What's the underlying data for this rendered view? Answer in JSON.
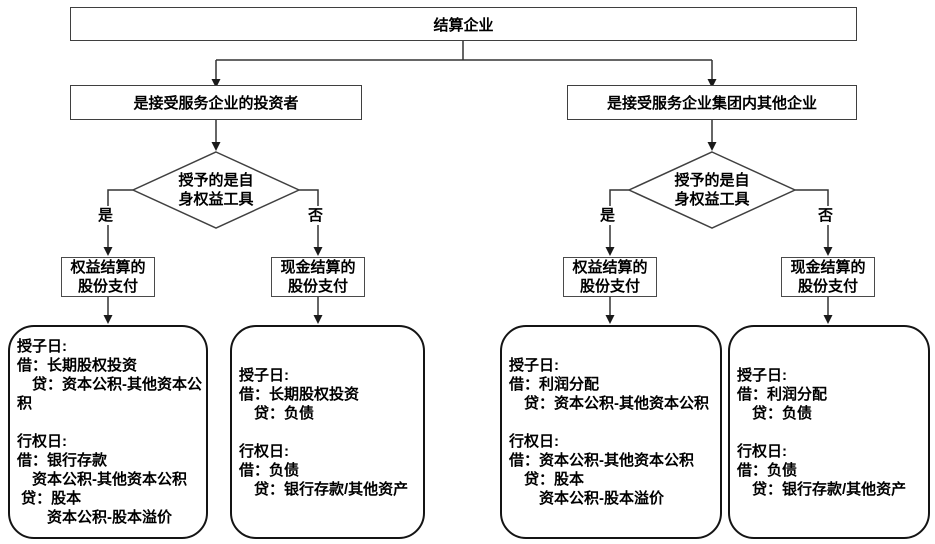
{
  "flow": {
    "root": "结算企业",
    "branches": [
      {
        "condition": "是接受服务企业的投资者",
        "decision": [
          "授予的是自",
          "身权益工具"
        ],
        "yes": "是",
        "no": "否",
        "outcomes": [
          {
            "type": [
              "权益结算的",
              "股份支付"
            ],
            "entries": [
              "授子日:",
              "借：长期股权投资",
              "　贷：资本公积-其他资本公",
              "积",
              "",
              "行权日:",
              "借：银行存款",
              "　资本公积-其他资本公积",
              " 贷：股本",
              "　　资本公积-股本溢价"
            ]
          },
          {
            "type": [
              "现金结算的",
              "股份支付"
            ],
            "entries": [
              "授子日:",
              "借：长期股权投资",
              "　贷：负债",
              "",
              "行权日:",
              "借：负债",
              "　贷：银行存款/其他资产"
            ]
          }
        ]
      },
      {
        "condition": "是接受服务企业集团内其他企业",
        "decision": [
          "授予的是自",
          "身权益工具"
        ],
        "yes": "是",
        "no": "否",
        "outcomes": [
          {
            "type": [
              "权益结算的",
              "股份支付"
            ],
            "entries": [
              "授子日:",
              "借：利润分配",
              "　贷：资本公积-其他资本公积",
              "",
              "行权日:",
              "借：资本公积-其他资本公积",
              "　贷：股本",
              "　　资本公积-股本溢价"
            ]
          },
          {
            "type": [
              "现金结算的",
              "股份支付"
            ],
            "entries": [
              "授子日:",
              "借：利润分配",
              "　贷：负债",
              "",
              "行权日:",
              "借：负债",
              "　贷：银行存款/其他资产"
            ]
          }
        ]
      }
    ]
  },
  "colors": {
    "line": "#333333",
    "border": "#3f3f3f",
    "rounded_border": "#141414",
    "text": "#000000",
    "background": "#ffffff"
  }
}
